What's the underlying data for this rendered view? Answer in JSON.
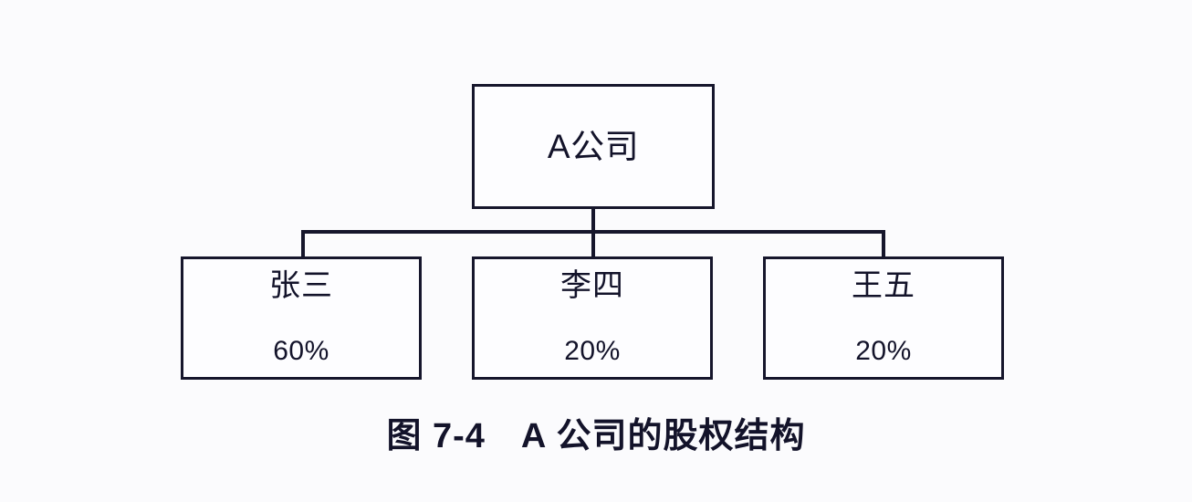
{
  "figure": {
    "caption": "图 7-4　A 公司的股权结构",
    "colors": {
      "background": "#fbfbfd",
      "box_fill": "#fdfdff",
      "line": "#16162c",
      "text": "#13132a"
    }
  },
  "chart_data": {
    "type": "diagram",
    "title": "图 7-4　A 公司的股权结构",
    "root": {
      "label": "A公司"
    },
    "shareholders": [
      {
        "name": "张三",
        "share": "60%"
      },
      {
        "name": "李四",
        "share": "20%"
      },
      {
        "name": "王五",
        "share": "20%"
      }
    ]
  }
}
